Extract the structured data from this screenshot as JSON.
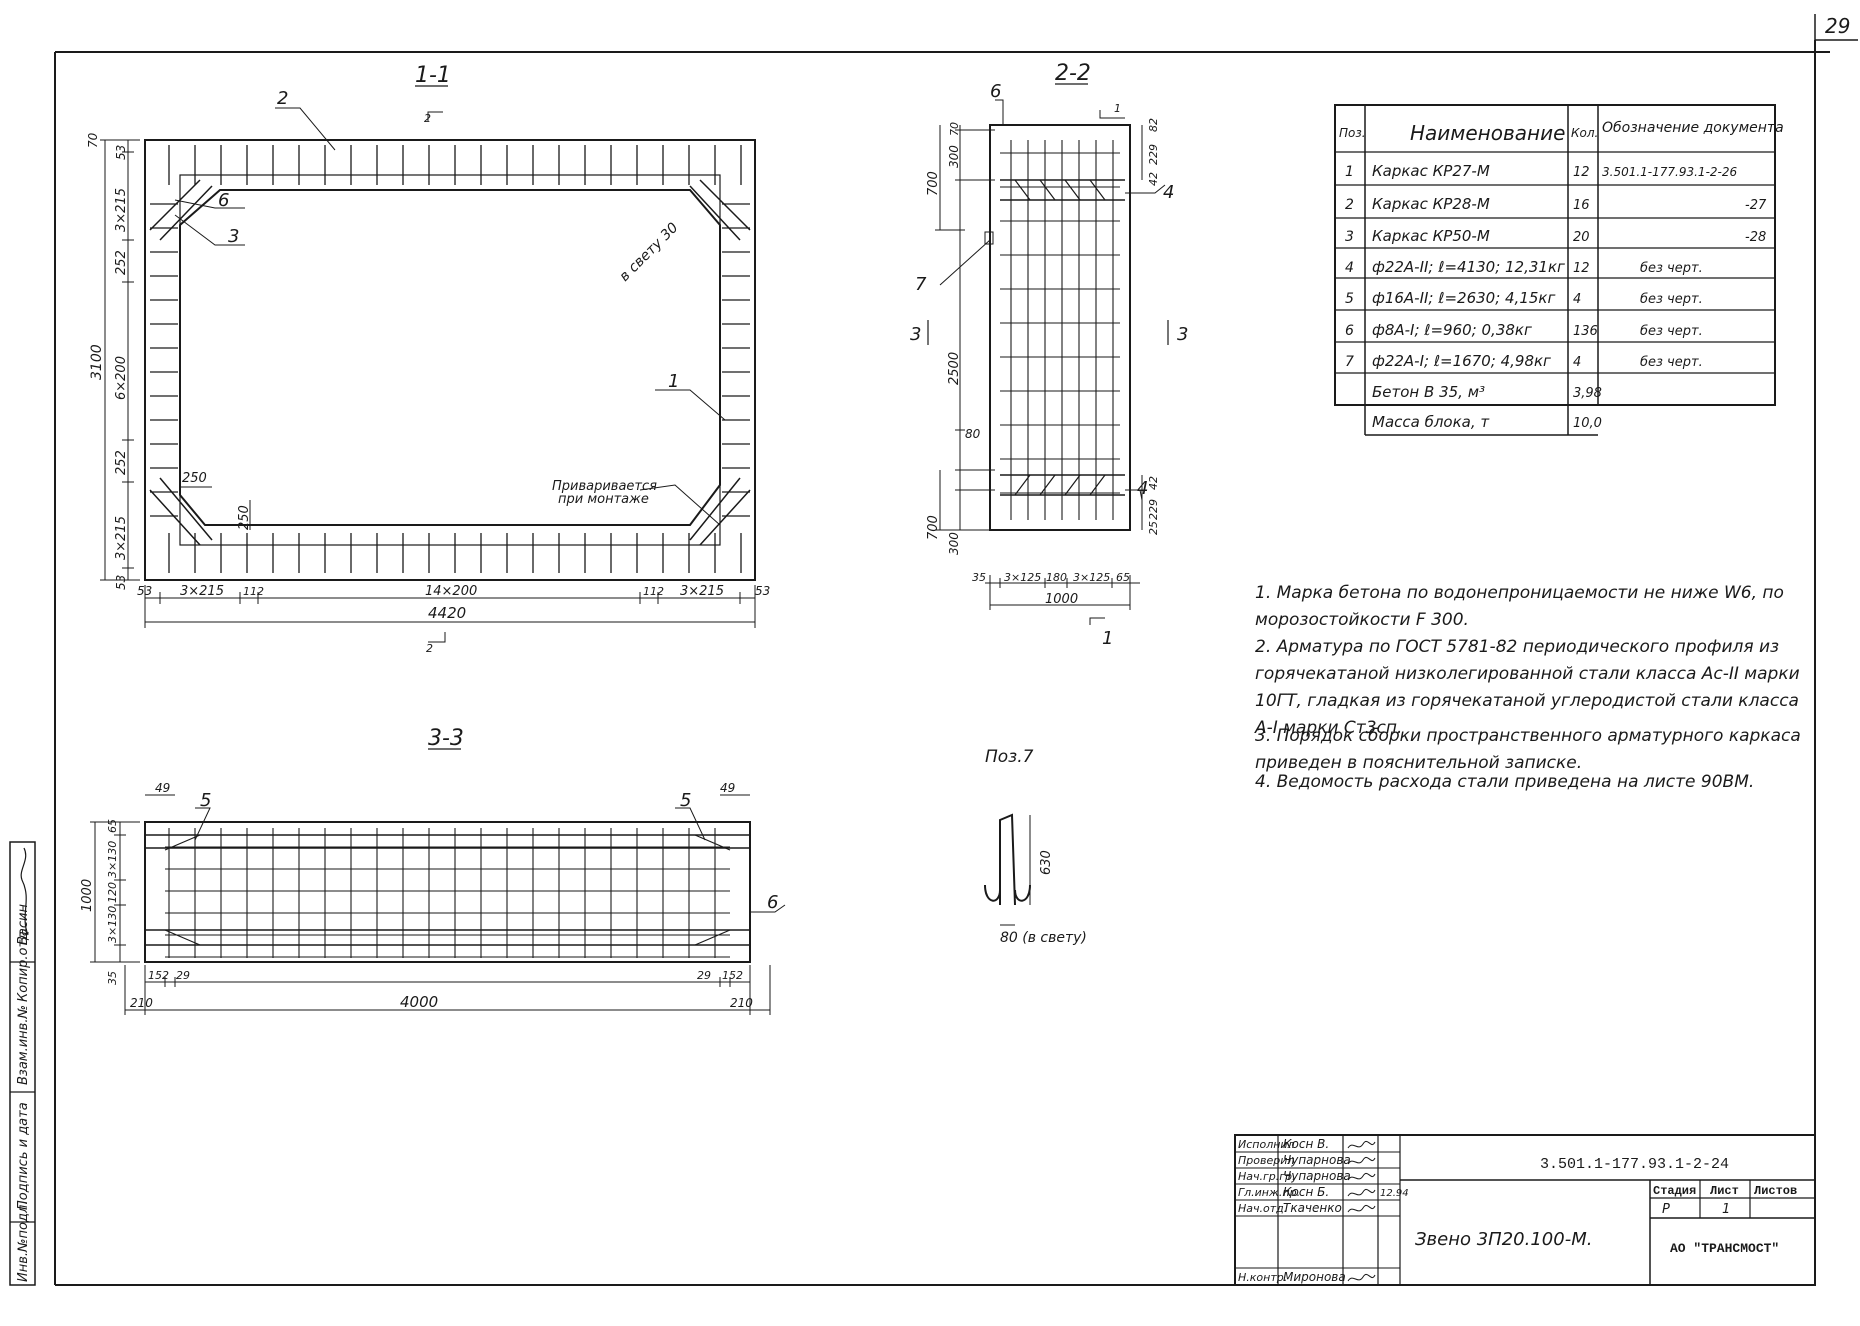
{
  "page_number": "29",
  "sections": {
    "s11": "1-1",
    "s22": "2-2",
    "s33": "3-3",
    "pos7": "Поз.7"
  },
  "section_marks": {
    "one": "1",
    "two": "2",
    "three": "3"
  },
  "view_1_1": {
    "callouts": {
      "c2": "2",
      "c6": "6",
      "c3": "3",
      "c1": "1"
    },
    "clear": "в свету 30",
    "weld_note_1": "Приваривается",
    "weld_note_2": "при монтаже",
    "dims_left": [
      "70",
      "53",
      "3×215",
      "252",
      "6×200",
      "252",
      "3×215",
      "53"
    ],
    "dim_height": "3100",
    "dims_bottom": [
      "53",
      "3×215",
      "112",
      "14×200",
      "112",
      "3×215",
      "53"
    ],
    "dim_width": "4420",
    "dim_250": "250",
    "dim_250b": "250"
  },
  "view_2_2": {
    "callouts": {
      "c6": "6",
      "c4a": "4",
      "c7": "7",
      "c4b": "4"
    },
    "dims_left": [
      "70",
      "300",
      "700",
      "2500",
      "80",
      "700",
      "300"
    ],
    "dims_right_top": [
      "82",
      "229",
      "42"
    ],
    "dims_right_bottom": [
      "42",
      "229",
      "25"
    ],
    "dims_bottom": [
      "35",
      "3×125",
      "180",
      "3×125",
      "65"
    ],
    "dim_width": "1000"
  },
  "view_3_3": {
    "callouts": {
      "c5a": "5",
      "c5b": "5",
      "c6": "6"
    },
    "dims_top": [
      "49",
      "49"
    ],
    "dims_left": [
      "65",
      "3×130",
      "120",
      "3×130",
      "35"
    ],
    "dim_height": "1000",
    "dims_bottom": [
      "152",
      "29",
      "29",
      "152"
    ],
    "dim_length": "4000",
    "dim_210a": "210",
    "dim_210b": "210"
  },
  "pos7_detail": {
    "dim_630": "630",
    "dim_80": "80 (в свету)"
  },
  "spec_table": {
    "headers": [
      "Поз.",
      "Наименование",
      "Кол.",
      "Обозначение документа"
    ],
    "rows": [
      [
        "1",
        "Каркас КР27-М",
        "12",
        "3.501.1-177.93.1-2-26"
      ],
      [
        "2",
        "Каркас КР28-М",
        "16",
        "-27"
      ],
      [
        "3",
        "Каркас КР50-М",
        "20",
        "-28"
      ],
      [
        "4",
        "ф22А-II; ℓ=4130; 12,31кг",
        "12",
        "без черт."
      ],
      [
        "5",
        "ф16А-II; ℓ=2630; 4,15кг",
        "4",
        "без черт."
      ],
      [
        "6",
        "ф8А-I; ℓ=960; 0,38кг",
        "136",
        "без черт."
      ],
      [
        "7",
        "ф22А-I; ℓ=1670; 4,98кг",
        "4",
        "без черт."
      ],
      [
        "",
        "Бетон В 35, м³",
        "3,98",
        ""
      ],
      [
        "",
        "Масса блока, т",
        "10,0",
        ""
      ]
    ]
  },
  "notes": [
    "1. Марка бетона по водонепроницаемости не ниже W6, по морозостойкости F 300.",
    "2. Арматура по ГОСТ 5781-82 периодического профиля из горячекатаной низколегированной стали класса Ас-II марки 10ГТ, гладкая из горячекатаной углеродистой стали класса А-I марки Ст3сп.",
    "3. Порядок сборки пространственного арматурного каркаса приведен в пояснительной записке.",
    "4. Ведомость расхода стали приведена на листе 90ВМ."
  ],
  "left_strip": {
    "labels": [
      "Инв.№подл.",
      "Подпись и дата",
      "Взам.инв.№",
      "Копир.отд.",
      "Васин"
    ]
  },
  "title_block": {
    "roles": [
      "Исполнил",
      "Проверил",
      "Нач.гр.гр.",
      "Гл.инж.пр.",
      "Нач.отд.",
      "",
      "Н.контр."
    ],
    "names": [
      "Косн В.",
      "Чупарнова",
      "Чупарнова",
      "Косн Б.",
      "Ткаченко",
      "",
      "Миронова"
    ],
    "date": "12.94",
    "doc_code": "3.501.1-177.93.1-2-24",
    "title": "Звено 3П20.100-М.",
    "stage_label": "Стадия",
    "sheet_label": "Лист",
    "sheets_label": "Листов",
    "stage": "Р",
    "sheet": "1",
    "sheets": "",
    "org": "АО \"ТРАНСМОСТ\""
  }
}
